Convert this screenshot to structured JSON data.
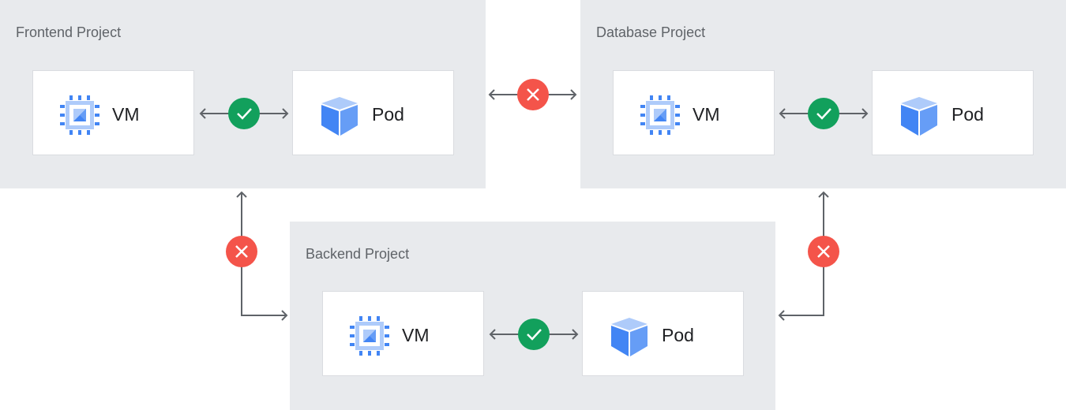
{
  "projects": [
    {
      "title": "Frontend Project",
      "nodes": [
        {
          "label": "VM",
          "icon": "chip-icon"
        },
        {
          "label": "Pod",
          "icon": "cube-icon"
        }
      ]
    },
    {
      "title": "Database Project",
      "nodes": [
        {
          "label": "VM",
          "icon": "chip-icon"
        },
        {
          "label": "Pod",
          "icon": "cube-icon"
        }
      ]
    },
    {
      "title": "Backend Project",
      "nodes": [
        {
          "label": "VM",
          "icon": "chip-icon"
        },
        {
          "label": "Pod",
          "icon": "cube-icon"
        }
      ]
    }
  ],
  "connections": [
    {
      "from": "Frontend VM",
      "to": "Frontend Pod",
      "status": "allowed"
    },
    {
      "from": "Database VM",
      "to": "Database Pod",
      "status": "allowed"
    },
    {
      "from": "Backend VM",
      "to": "Backend Pod",
      "status": "allowed"
    },
    {
      "from": "Frontend Project",
      "to": "Database Project",
      "status": "blocked"
    },
    {
      "from": "Frontend Project",
      "to": "Backend Project",
      "status": "blocked"
    },
    {
      "from": "Backend Project",
      "to": "Database Project",
      "status": "blocked"
    }
  ],
  "colors": {
    "panel": "#e8eaed",
    "allowed": "#12a05c",
    "blocked": "#f4544a",
    "arrow": "#5f6368",
    "icon_dark": "#4285f4",
    "icon_light": "#aecbfa"
  }
}
